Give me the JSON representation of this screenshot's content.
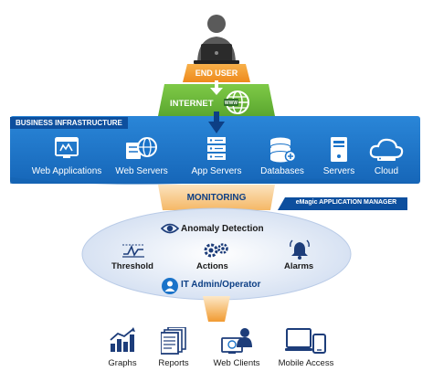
{
  "top": {
    "end_user_label": "END USER",
    "internet_label": "INTERNET",
    "www_label": "WWW"
  },
  "business_infrastructure": {
    "title": "BUSINESS INFRASTRUCTURE",
    "items": [
      {
        "label": "Web Applications",
        "icon": "web-application-icon"
      },
      {
        "label": "Web Servers",
        "icon": "web-server-globe-icon"
      },
      {
        "label": "App Servers",
        "icon": "app-server-icon"
      },
      {
        "label": "Databases",
        "icon": "database-icon"
      },
      {
        "label": "Servers",
        "icon": "server-icon"
      },
      {
        "label": "Cloud",
        "icon": "cloud-icon"
      }
    ]
  },
  "monitoring": {
    "label": "MONITORING",
    "app_manager_label": "eMagic APPLICATION MANAGER",
    "anomaly_detection": "Anomaly Detection",
    "threshold": "Threshold",
    "actions": "Actions",
    "alarms": "Alarms",
    "it_admin": "IT Admin/Operator"
  },
  "outputs": [
    {
      "label": "Graphs",
      "icon": "graph-icon"
    },
    {
      "label": "Reports",
      "icon": "reports-icon"
    },
    {
      "label": "Web Clients",
      "icon": "web-client-icon"
    },
    {
      "label": "Mobile Access",
      "icon": "mobile-access-icon"
    }
  ],
  "colors": {
    "blue": "#1a73c9",
    "dark_blue": "#0d4f9e",
    "orange": "#f39a2b",
    "green": "#6cbb3c",
    "oval": "#dde7f5",
    "icon_navy": "#1d3d7a"
  }
}
